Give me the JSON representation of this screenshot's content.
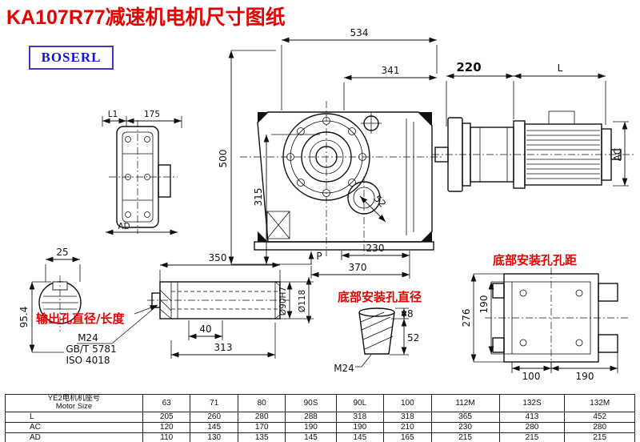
{
  "title": "KA107R77减速机电机尺寸图纸",
  "logo": "BOSERL",
  "views": {
    "flange_view": {
      "dim_l1": "L1",
      "dim_175": "175",
      "dim_ad": "AD"
    },
    "main_view": {
      "dim_534": "534",
      "dim_341": "341",
      "dim_500": "500",
      "dim_315": "315",
      "dim_52": "52",
      "dim_230": "230",
      "dim_370": "370",
      "label_p": "P"
    },
    "motor_view": {
      "dim_220": "220",
      "dim_l": "L",
      "dim_ac": "AC"
    },
    "shaft_end_view": {
      "dim_25": "25",
      "dim_95_4": "95.4"
    },
    "shaft_view": {
      "dim_350": "350",
      "dim_40": "40",
      "dim_313": "313",
      "label": "输出孔直径/长度",
      "thread": "M24",
      "std_gb": "GB/T 5781",
      "std_iso": "ISO 4018",
      "dia_bore": "Ø90H7",
      "dia_shaft": "Ø118"
    },
    "bottom_hole": {
      "label": "底部安装孔直径",
      "thread": "M24",
      "dim_8": "8",
      "dim_52": "52"
    },
    "bottom_mount": {
      "label": "底部安装孔孔距",
      "dim_276": "276",
      "dim_190_v": "190",
      "dim_100": "100",
      "dim_190_h": "190"
    }
  },
  "table": {
    "header_cn": "YE2电机机座号",
    "header_en": "Motor Size",
    "cols": [
      "63",
      "71",
      "80",
      "90S",
      "90L",
      "100",
      "112M",
      "132S",
      "132M"
    ],
    "rows": [
      {
        "label": "L",
        "values": [
          "205",
          "260",
          "280",
          "288",
          "318",
          "318",
          "365",
          "413",
          "452"
        ]
      },
      {
        "label": "AC",
        "values": [
          "120",
          "145",
          "170",
          "190",
          "190",
          "210",
          "230",
          "280",
          "280"
        ]
      },
      {
        "label": "AD",
        "values": [
          "110",
          "130",
          "135",
          "145",
          "145",
          "165",
          "215",
          "215",
          "215"
        ]
      }
    ]
  }
}
